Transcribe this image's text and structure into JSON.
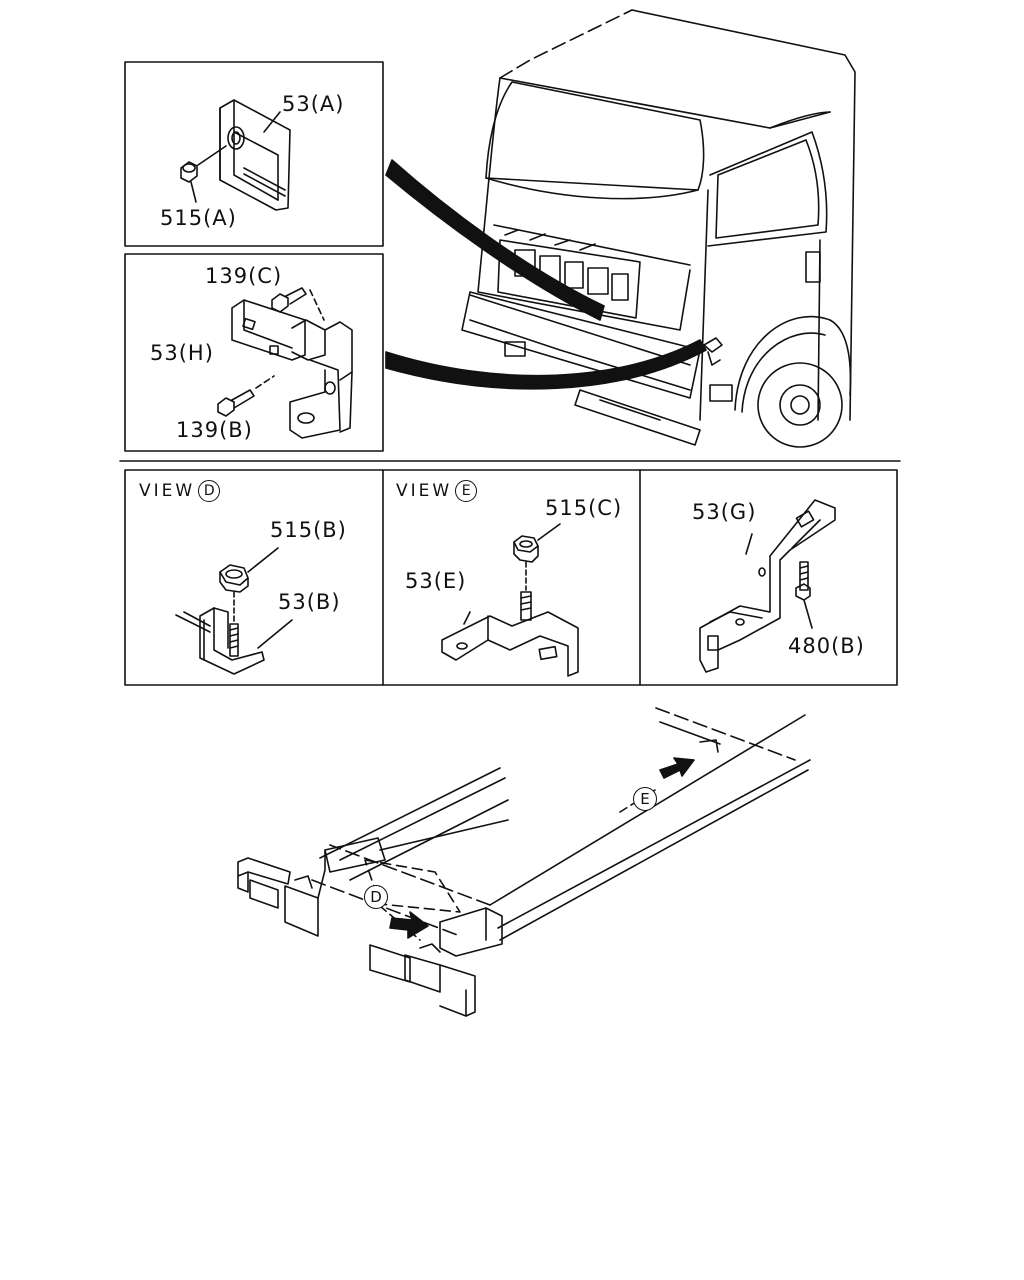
{
  "panels": {
    "a": {
      "part": "53(A)",
      "fastener": "515(A)"
    },
    "h": {
      "bolt_top": "139(C)",
      "part": "53(H)",
      "bolt_bottom": "139(B)"
    },
    "d": {
      "title": "VIEW",
      "marker": "D",
      "nut": "515(B)",
      "part": "53(B)"
    },
    "e": {
      "title": "VIEW",
      "marker": "E",
      "nut": "515(C)",
      "part": "53(E)"
    },
    "g": {
      "part": "53(G)",
      "bolt": "480(B)"
    }
  },
  "chassis": {
    "marker_d": "D",
    "marker_e": "E"
  }
}
